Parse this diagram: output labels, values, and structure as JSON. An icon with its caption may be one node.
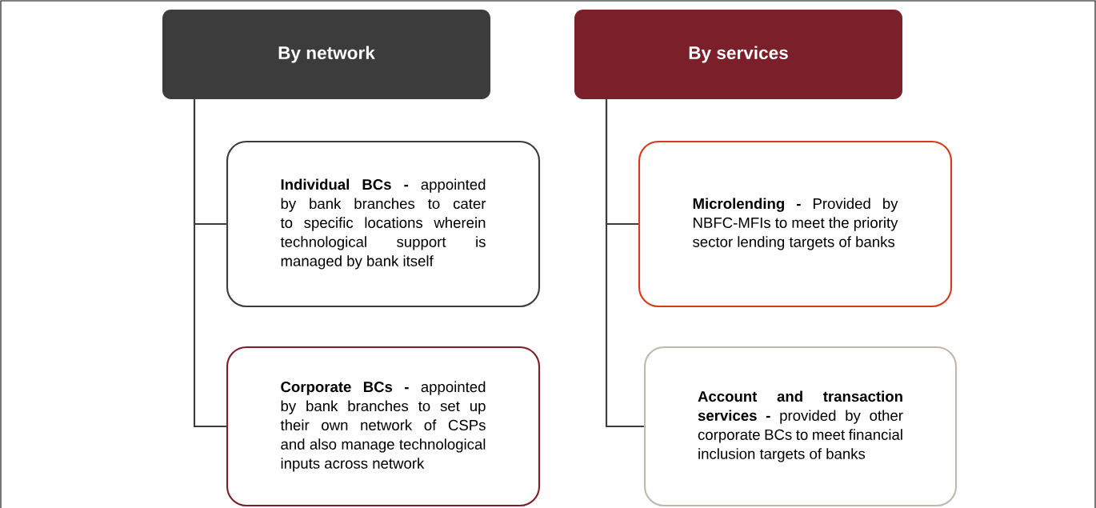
{
  "diagram": {
    "nodes": [
      {
        "text": [
          "By network"
        ]
      },
      {
        "text": [
          "**Individual BCs -** appointed by bank branches to cater to specific locations wherein technological support is managed by bank itself"
        ]
      },
      {
        "text": [
          "**Corporate BCs -** appointed by bank branches to set up their own network of CSPs and also manage technological inputs across network"
        ]
      },
      {
        "text": [
          "By services"
        ]
      },
      {
        "text": [
          "**Microlending -** Provided by NBFC-MFIs to meet the priority sector lending targets of banks"
        ]
      },
      {
        "text": [
          "**Account and transaction services -** provided by other corporate BCs to meet financial inclusion targets of banks"
        ]
      }
    ],
    "edges": [
      {
        "from": 0,
        "to": 1,
        "arrow": "none"
      },
      {
        "from": 0,
        "to": 2,
        "arrow": "none"
      },
      {
        "from": 3,
        "to": 4,
        "arrow": "none"
      },
      {
        "from": 3,
        "to": 5,
        "arrow": "none"
      }
    ]
  }
}
